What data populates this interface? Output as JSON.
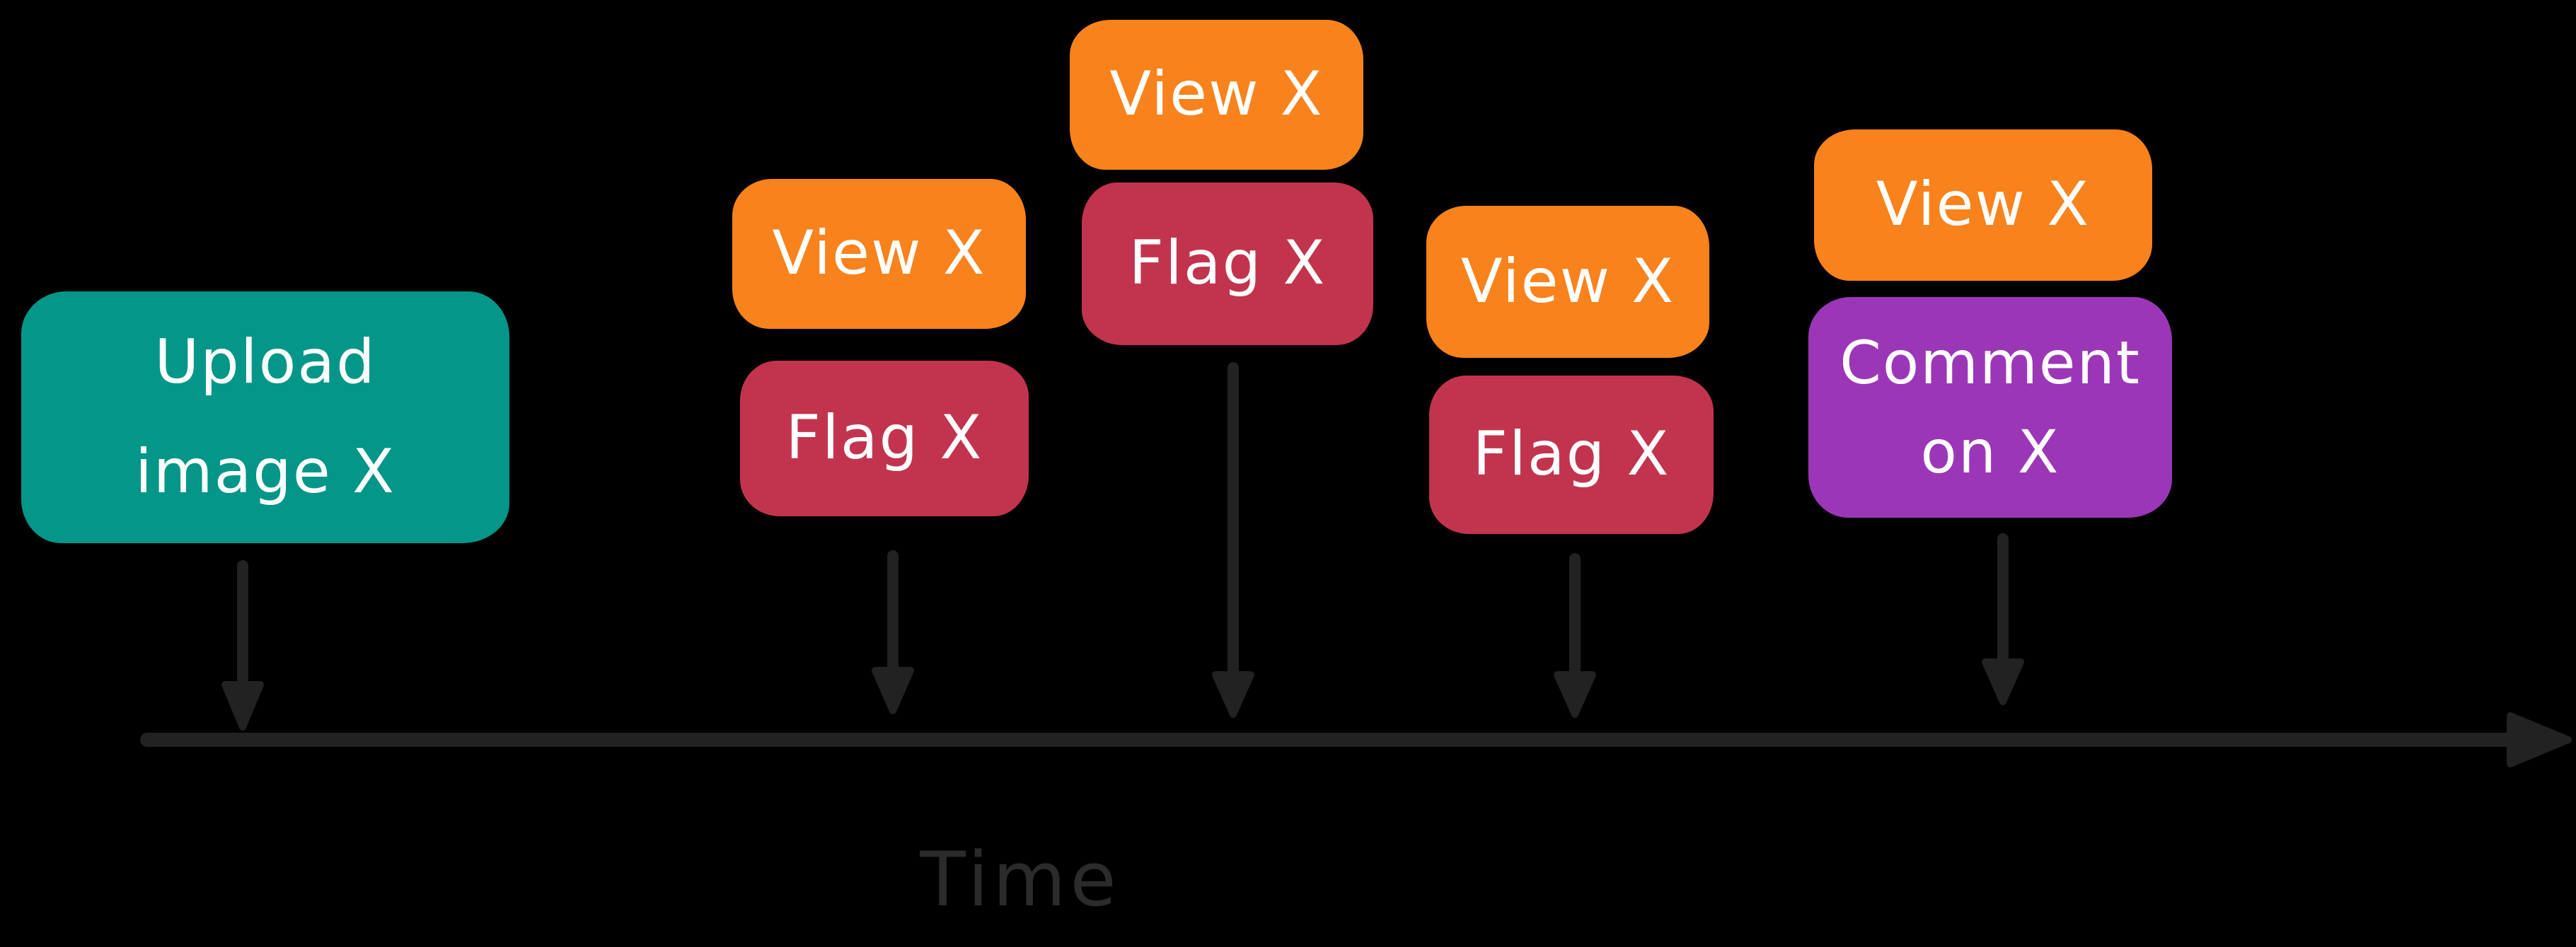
{
  "diagram": {
    "description_colors": {
      "background": "#000000",
      "teal": "#049688",
      "orange": "#f8821c",
      "crimson": "#c2344e",
      "purple": "#9b37b7",
      "ink_stroke": "#222222",
      "axis_label_color": "#2b2b2b",
      "box_text_color": "#ffffff"
    },
    "icons": {
      "down_arrow": "down-arrow-icon",
      "right_arrow": "right-arrow-icon"
    },
    "timeline": {
      "label": "Time"
    },
    "events": [
      {
        "name": "upload",
        "boxes": [
          {
            "label": "Upload\nimage X",
            "color": "teal"
          }
        ]
      },
      {
        "name": "view-flag-1",
        "boxes": [
          {
            "label": "View X",
            "color": "orange"
          },
          {
            "label": "Flag X",
            "color": "crimson"
          }
        ]
      },
      {
        "name": "view-flag-2",
        "boxes": [
          {
            "label": "View X",
            "color": "orange"
          },
          {
            "label": "Flag X",
            "color": "crimson"
          }
        ]
      },
      {
        "name": "view-flag-3",
        "boxes": [
          {
            "label": "View X",
            "color": "orange"
          },
          {
            "label": "Flag X",
            "color": "crimson"
          }
        ]
      },
      {
        "name": "view-comment",
        "boxes": [
          {
            "label": "View X",
            "color": "orange"
          },
          {
            "label": "Comment\non X",
            "color": "purple"
          }
        ]
      }
    ]
  }
}
